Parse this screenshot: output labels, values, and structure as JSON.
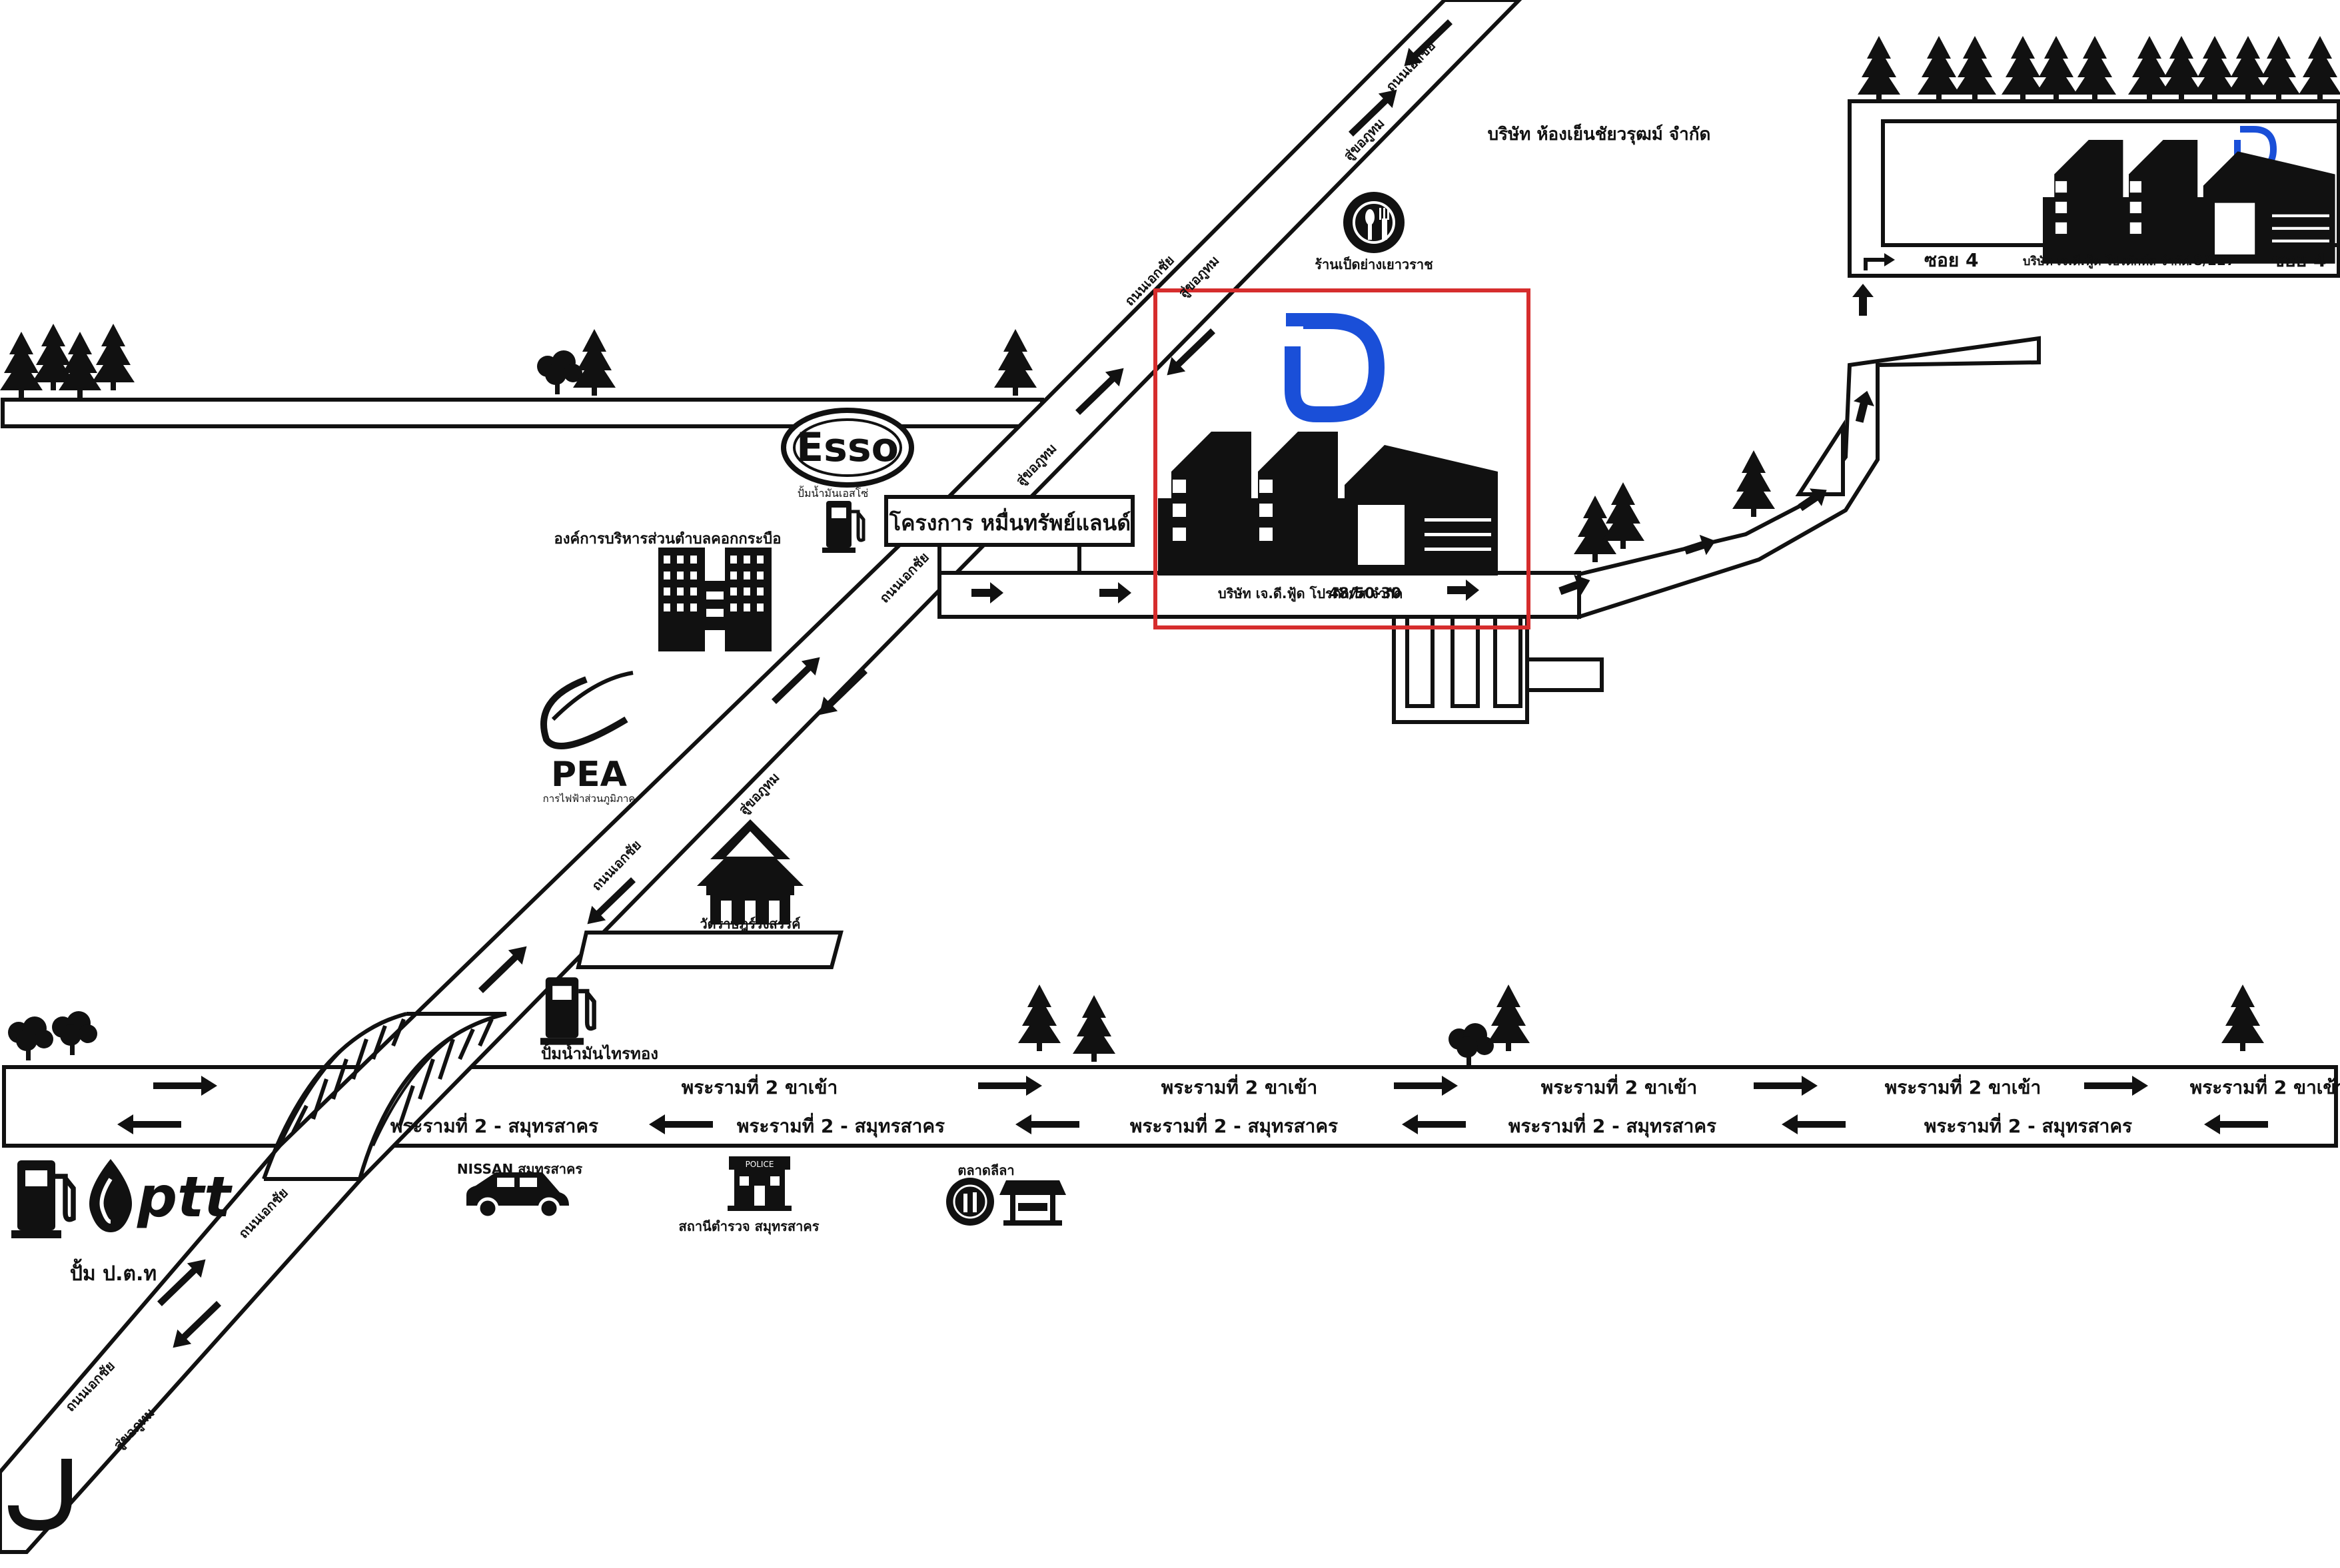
{
  "colors": {
    "ink": "#111111",
    "brand_blue": "#1a4fd8",
    "highlight_red": "#d62d2d",
    "paper": "#ffffff"
  },
  "labels": {
    "company_cold_storage": "บริษัท ห้องเย็นชัยวรุฒม์ จำกัด",
    "duck_restaurant": "ร้านเป็ดย่างเยาวราช",
    "esso_logo": "Esso",
    "esso_station": "ปั้มน้ำมันเอสโซ่",
    "tambon_office": "องค์การบริหารส่วนตำบลคอกกระบือ",
    "project_sign": "โครงการ หมื่นทรัพย์แลนด์",
    "pea_logo": "PEA",
    "pea_name": "การไฟฟ้าส่วนภูมิภาค",
    "temple": "วัดราษฎร์รังสรรค์",
    "thaitong_station": "ปั้มน้ำมันไทรทอง",
    "nissan": "NISSAN สมุทรสาคร",
    "police": "สถานีตำรวจ สมุทรสาคร",
    "police_badge": "POLICE",
    "market": "ตลาดลีลา",
    "ptt_logo": "ptt",
    "ptt_station": "ปั้ม ป.ต.ท",
    "main_company": "บริษัท เจ.ดี.ฟู้ด โปรดักท์ส จำกัด",
    "main_address": "48/50-30",
    "branch_company": "บริษัท เจ.ดี.ฟู้ด โปรดักท์ส จำกัด",
    "branch_address": "48/227",
    "soi_left": "ซอย 4",
    "soi_right": "ซอย 4",
    "road_ekkachai": "ถนนเอกชัย",
    "road_to_center": "สู่ขอภูทม",
    "rama2_in": "พระรามที่ 2 ขาเข้า",
    "rama2_out": "พระรามที่ 2 - สมุทรสาคร"
  }
}
